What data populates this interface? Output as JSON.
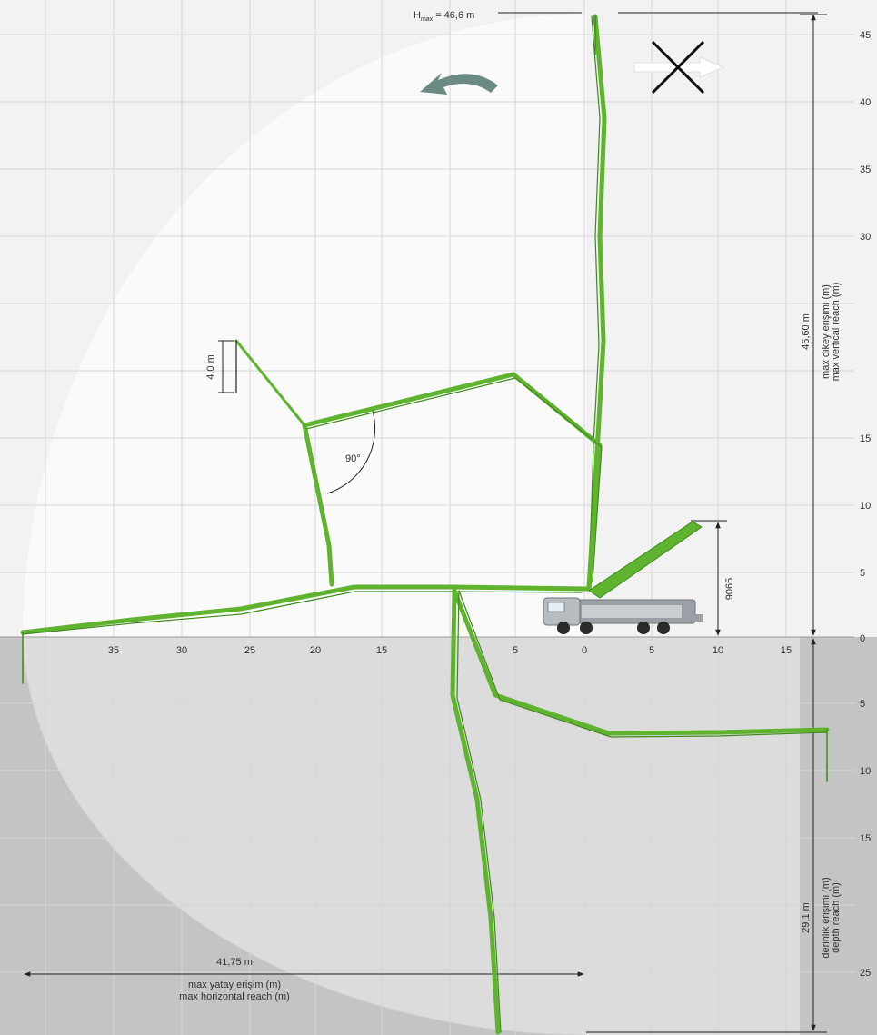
{
  "header": {
    "h_max_symbol": "H",
    "h_max_subscript": "max",
    "h_max_value": "= 46,6 m"
  },
  "axes": {
    "x_ticks_left": [
      "35",
      "30",
      "25",
      "20",
      "15",
      "5",
      "0"
    ],
    "x_ticks_right": [
      "5",
      "10",
      "15"
    ],
    "y_ticks_up": [
      "0",
      "5",
      "10",
      "15",
      "30",
      "35",
      "40",
      "45"
    ],
    "y_ticks_down": [
      "5",
      "10",
      "15",
      "25"
    ]
  },
  "dimensions": {
    "vertical_reach_value": "46,60 m",
    "vertical_reach_tr": "max dikey erişimi (m)",
    "vertical_reach_en": "max vertical reach (m)",
    "depth_reach_value": "29,1 m",
    "depth_reach_tr": "derinlik erişimi (m)",
    "depth_reach_en": "depth reach (m)",
    "horizontal_reach_value": "41,75 m",
    "horizontal_reach_tr": "max yatay erişim (m)",
    "horizontal_reach_en": "max horizontal reach (m)",
    "folded_height": "9065",
    "hose_length": "4,0 m",
    "angle": "90°"
  },
  "icons": {
    "rotation": "counterclockwise-arrow-icon",
    "no_move": "no-movement-cross-icon"
  },
  "colors": {
    "boom": "#5fb32e",
    "boom_dark": "#3f8a1d",
    "upper_bg": "#f2f2f2",
    "lower_bg": "#c4c4c4",
    "envelope_upper": "#fafafa",
    "envelope_lower": "#dddddd",
    "grid": "#d9d9d9",
    "arrow": "#6b8a84"
  }
}
